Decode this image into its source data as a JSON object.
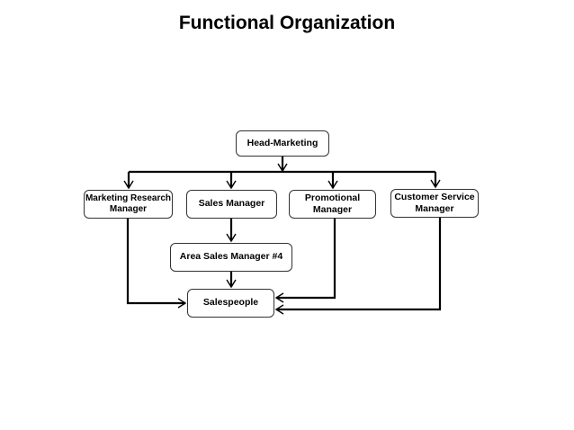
{
  "title": "Functional Organization",
  "nodes": {
    "head": "Head-Marketing",
    "marketing_research": "Marketing Research\nManager",
    "sales_manager": "Sales Manager",
    "promotional": "Promotional\nManager",
    "customer_service": "Customer Service\nManager",
    "area_sales": "Area Sales Manager #4",
    "salespeople": "Salespeople"
  },
  "edges": [
    {
      "from": "head",
      "to": "marketing_research"
    },
    {
      "from": "head",
      "to": "sales_manager"
    },
    {
      "from": "head",
      "to": "promotional"
    },
    {
      "from": "head",
      "to": "customer_service"
    },
    {
      "from": "sales_manager",
      "to": "area_sales"
    },
    {
      "from": "area_sales",
      "to": "salespeople"
    },
    {
      "from": "marketing_research",
      "to": "salespeople"
    },
    {
      "from": "promotional",
      "to": "salespeople"
    },
    {
      "from": "customer_service",
      "to": "salespeople"
    }
  ],
  "colors": {
    "line": "#000000",
    "box_border": "#333333"
  }
}
